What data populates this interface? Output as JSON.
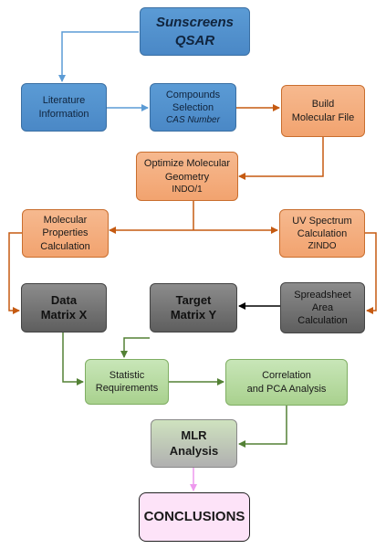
{
  "nodes": {
    "sunscreens": {
      "line1": "Sunscreens",
      "line2": "QSAR"
    },
    "literature": {
      "line1": "Literature",
      "line2": "Information"
    },
    "compounds": {
      "line1": "Compounds",
      "line2": "Selection",
      "sub": "CAS Number"
    },
    "build": {
      "line1": "Build",
      "line2": "Molecular File"
    },
    "optimize": {
      "line1": "Optimize Molecular",
      "line2": "Geometry",
      "sub": "INDO/1"
    },
    "molprops": {
      "line1": "Molecular",
      "line2": "Properties",
      "line3": "Calculation"
    },
    "uvspectrum": {
      "line1": "UV Spectrum",
      "line2": "Calculation",
      "sub": "ZINDO"
    },
    "datamatrix": {
      "line1": "Data",
      "line2": "Matrix X"
    },
    "targetmatrix": {
      "line1": "Target",
      "line2": "Matrix Y"
    },
    "spreadsheet": {
      "line1": "Spreadsheet",
      "line2": "Area",
      "line3": "Calculation"
    },
    "statistic": {
      "line1": "Statistic",
      "line2": "Requirements"
    },
    "correlation": {
      "line1": "Correlation",
      "line2": "and PCA Analysis"
    },
    "mlr": {
      "line1": "MLR",
      "line2": "Analysis"
    },
    "conclusions": {
      "label": "CONCLUSIONS"
    }
  },
  "colors": {
    "blue_arrow": "#5b9bd5",
    "orange_arrow": "#c55a11",
    "green_arrow": "#538135",
    "black_arrow": "#000000",
    "pink_arrow": "#ee99ee"
  }
}
